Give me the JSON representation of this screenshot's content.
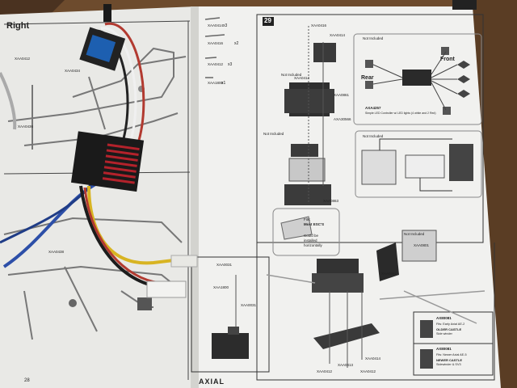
{
  "left_page": {
    "heading": "Right",
    "page_number": "28",
    "part_labels": [
      "XAA0412",
      "XAA0436",
      "XAA0434",
      "XAA0438"
    ]
  },
  "right_page": {
    "step_number": "29",
    "screws": [
      {
        "part": "XAA0414",
        "qty": "x3"
      },
      {
        "part": "XAA0416",
        "qty": "x2"
      },
      {
        "part": "XAA0412",
        "qty": "x3"
      },
      {
        "part": "XAA1800",
        "qty": "x1"
      }
    ],
    "not_included": "Not Included",
    "lights_panel": {
      "rear_label": "Rear",
      "front_label": "Front",
      "kit_code": "AXA4257",
      "kit_desc": "Simple LED Controller w/ LED lights (4 white and 2 Red)"
    },
    "assembly_labels": [
      "XAA0416",
      "XAA0414",
      "XAA0861",
      "AXA30566",
      "XAA0863",
      "XAA0031",
      "XAA1800",
      "XAA0031",
      "XAA0414",
      "XAA0412",
      "XAA0413",
      "XAA0412",
      "XAA0414",
      "XAA0861",
      "XAA0801"
    ],
    "fits_note": {
      "line1": "Fits:",
      "line2": "Most ESC'S",
      "line3": "Could be",
      "line4": "installed",
      "line5": "horizontally"
    },
    "variant_a": {
      "code": "AX80081",
      "line1": "Fits: Early Axial AE-2",
      "line2": "OLDER CASTLE",
      "line3": "Side winder"
    },
    "variant_b": {
      "code": "AX80081",
      "line1": "Fits: Newer Axial AE-5",
      "line2": "NEWER CASTLE",
      "line3": "Sidewinder & SV3"
    },
    "brand": "AXIAL"
  },
  "colors": {
    "wood": "#6b4a2c",
    "paper": "#eeeeec",
    "esc_red": "#b3222b",
    "wire_blue": "#2d4fa8",
    "wire_yellow": "#d8b422",
    "wire_red": "#b23a30",
    "receiver_blue": "#1d5fb0"
  }
}
